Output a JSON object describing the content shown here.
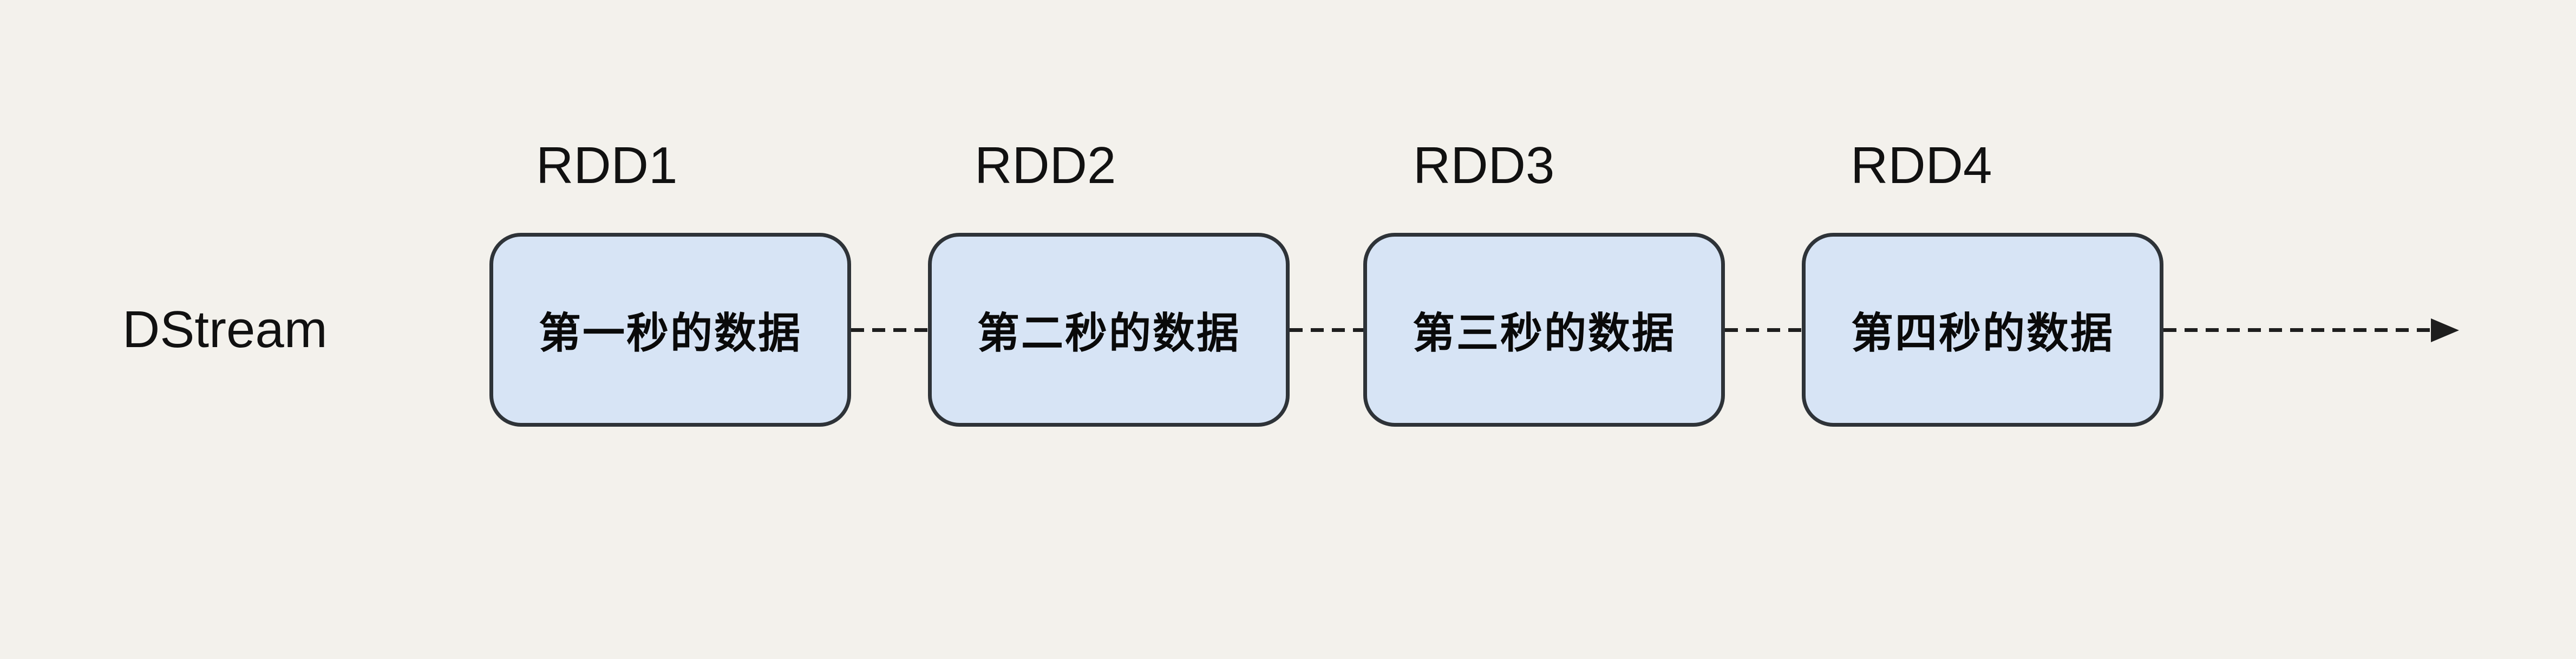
{
  "diagram": {
    "title_label": "DStream",
    "colors": {
      "background": "#f3f1ec",
      "node_fill": "#d7e4f5",
      "node_border": "#2e3338",
      "line": "#1e1e1e",
      "text": "#111111"
    },
    "nodes": [
      {
        "label": "RDD1",
        "text": "第一秒的数据"
      },
      {
        "label": "RDD2",
        "text": "第二秒的数据"
      },
      {
        "label": "RDD3",
        "text": "第三秒的数据"
      },
      {
        "label": "RDD4",
        "text": "第四秒的数据"
      }
    ],
    "connector_style": "dashed",
    "arrow_direction": "right"
  }
}
